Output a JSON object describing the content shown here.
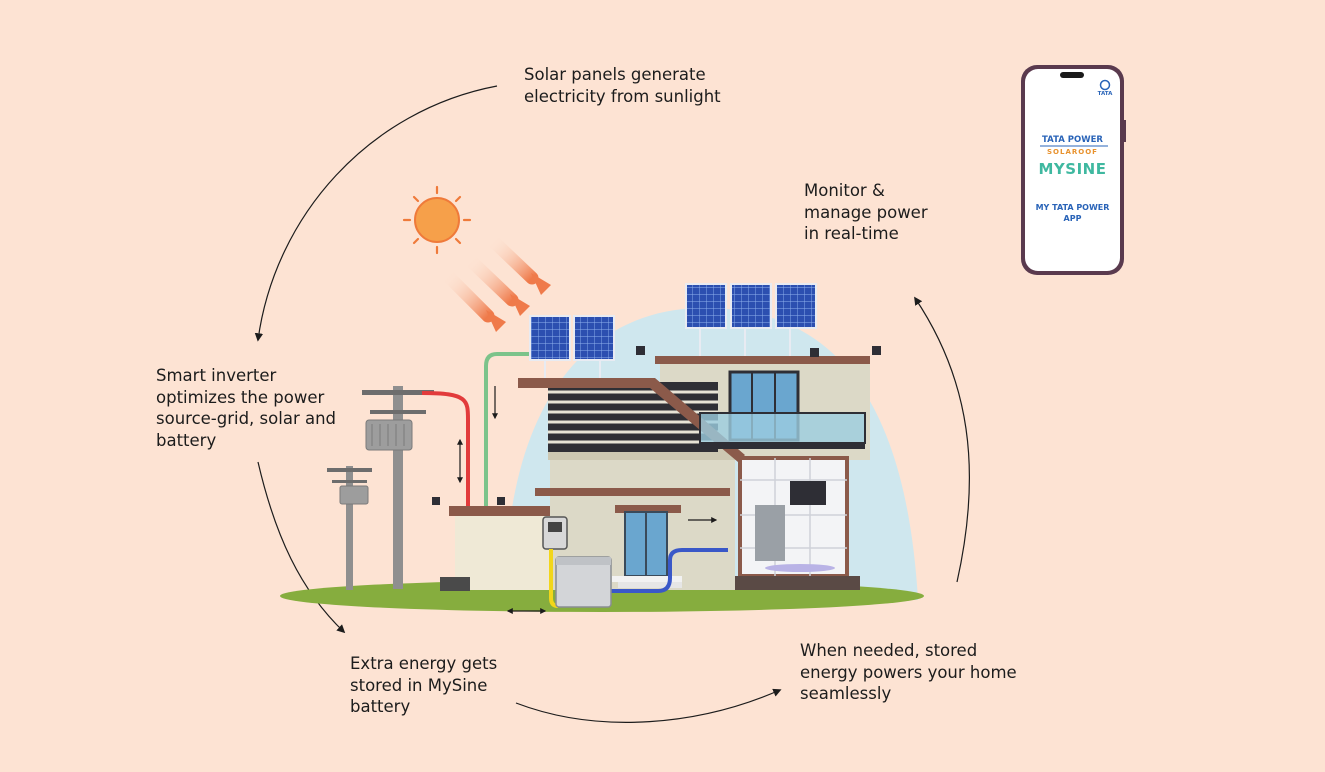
{
  "captions": {
    "solar": "Solar panels generate\nelectricity from sunlight",
    "inverter": "Smart inverter\noptimizes the power\nsource-grid, solar and\nbattery",
    "battery": "Extra energy gets\nstored in MySine\nbattery",
    "stored": "When needed, stored\nenergy powers your home\nseamlessly",
    "monitor": "Monitor &\nmanage power\nin real-time"
  },
  "phone": {
    "tata_power": "TATA POWER",
    "solaroof": "SOLAROOF",
    "mysine": "MYSINE",
    "app_line1": "MY TATA POWER",
    "app_line2": "APP",
    "corner_logo": "TATA"
  },
  "colors": {
    "background": "#fde3d3",
    "grid_wire": "#e23b3b",
    "solar_wire": "#7cc38a",
    "battery_wire": "#f2d61a",
    "home_wire": "#3a58c8",
    "sun": "#f6a04a",
    "phone_frame": "#5a3a4e",
    "tata_blue": "#2a64b8",
    "mysine_green": "#3fb8a0"
  }
}
